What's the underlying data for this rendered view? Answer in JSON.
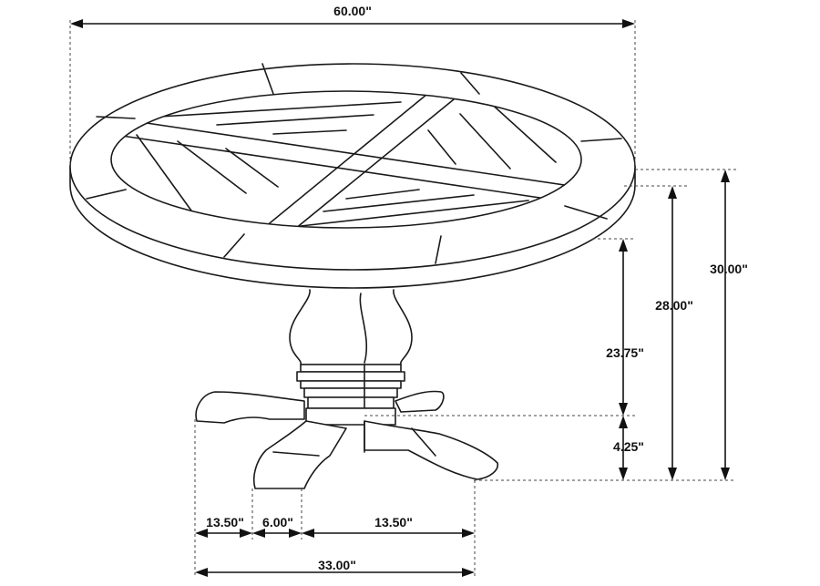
{
  "dimensions": {
    "top_diameter": "60.00\"",
    "total_height": "30.00\"",
    "apron_height": "28.00\"",
    "pedestal_height": "23.75\"",
    "base_height": "4.25\"",
    "base_left": "13.50\"",
    "base_center": "6.00\"",
    "base_right": "13.50\"",
    "base_width": "33.00\""
  }
}
